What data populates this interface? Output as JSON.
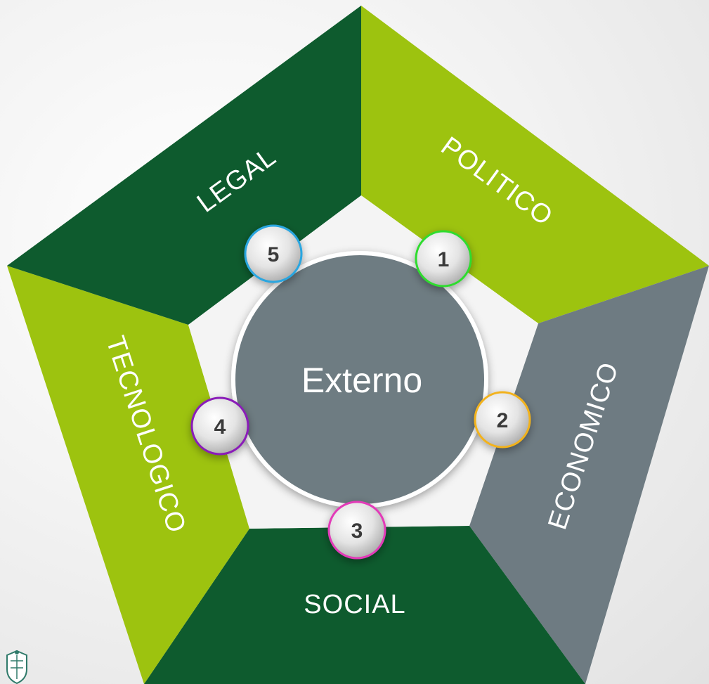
{
  "center": {
    "label": "Externo",
    "color": "#6e7b82"
  },
  "segments": [
    {
      "label": "POLITICO",
      "color": "#9dc30f"
    },
    {
      "label": "ECONOMICO",
      "color": "#6e7b82"
    },
    {
      "label": "SOCIAL",
      "color": "#0e5b2e"
    },
    {
      "label": "TECNOLOGICO",
      "color": "#9dc30f"
    },
    {
      "label": "LEGAL",
      "color": "#0e5b2e"
    }
  ],
  "badges": [
    {
      "number": "1",
      "ring_color": "#2edc2e"
    },
    {
      "number": "2",
      "ring_color": "#f2b21a"
    },
    {
      "number": "3",
      "ring_color": "#e23ab8"
    },
    {
      "number": "4",
      "ring_color": "#8a1fb8"
    },
    {
      "number": "5",
      "ring_color": "#2aa6e0"
    }
  ],
  "logo": {
    "name": "coat-of-arms-icon"
  }
}
